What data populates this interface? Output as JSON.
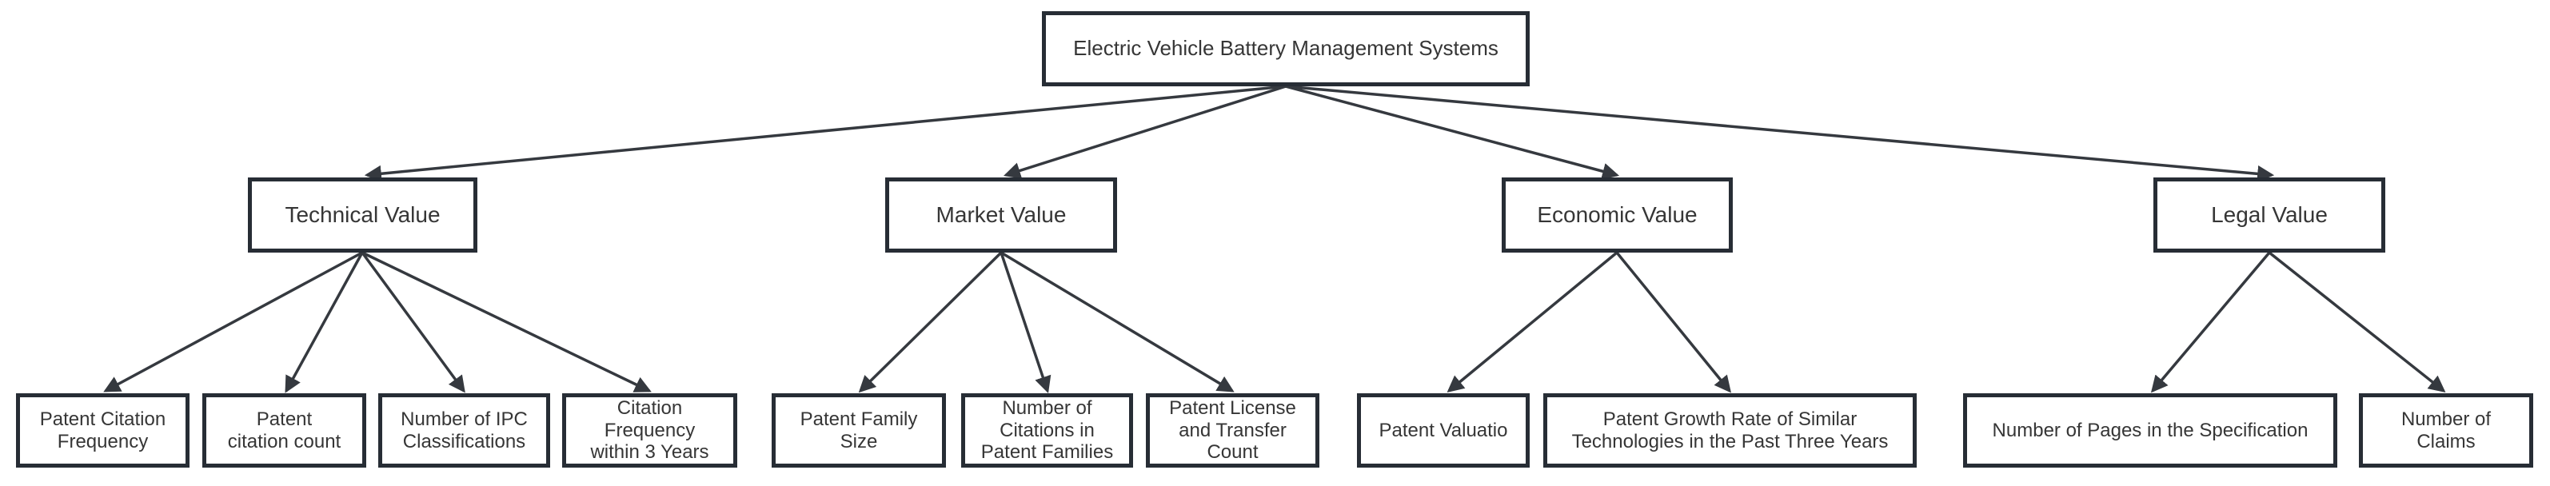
{
  "diagram": {
    "type": "hierarchy-tree",
    "root": {
      "label": "Electric Vehicle Battery Management Systems"
    },
    "branches": [
      {
        "label": "Technical Value",
        "children": [
          {
            "label": "Patent Citation\nFrequency"
          },
          {
            "label": "Patent\ncitation count"
          },
          {
            "label": "Number of IPC\nClassifications"
          },
          {
            "label": "Citation\nFrequency\nwithin 3 Years"
          }
        ]
      },
      {
        "label": "Market Value",
        "children": [
          {
            "label": "Patent Family\nSize"
          },
          {
            "label": "Number of\nCitations in\nPatent Families"
          },
          {
            "label": "Patent License\nand Transfer\nCount"
          }
        ]
      },
      {
        "label": "Economic Value",
        "children": [
          {
            "label": "Patent Valuatio"
          },
          {
            "label": "Patent Growth Rate of Similar\nTechnologies in the Past Three Years"
          }
        ]
      },
      {
        "label": "Legal Value",
        "children": [
          {
            "label": "Number of Pages in the Specification"
          },
          {
            "label": "Number of\nClaims"
          }
        ]
      }
    ]
  },
  "colors": {
    "node_border": "#272d35",
    "edge": "#35393f",
    "text": "#363636",
    "background": "#ffffff"
  }
}
